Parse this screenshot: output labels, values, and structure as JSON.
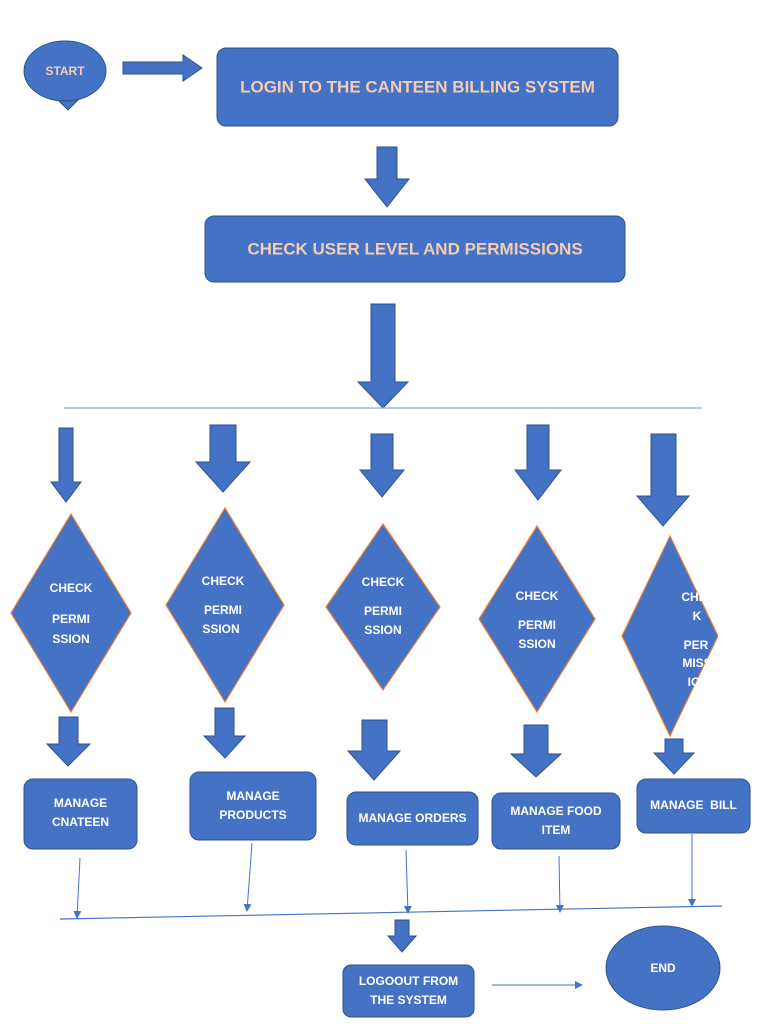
{
  "colors": {
    "shape_fill": "#4472c4",
    "shape_edge": "#2f528f",
    "diamond_edge": "#ed7d31",
    "title_text": "#f6cdb4",
    "node_text": "#ffffff"
  },
  "nodes": {
    "start": "START",
    "login": "LOGIN TO THE CANTEEN BILLING SYSTEM",
    "check_level": "CHECK USER LEVEL AND PERMISSIONS",
    "logout_line1": "LOGOOUT FROM",
    "logout_line2": "THE SYSTEM",
    "end": "END"
  },
  "branches": [
    {
      "check_lines": [
        "CHECK",
        "PERMI",
        "SSION"
      ],
      "manage_lines": [
        "MANAGE",
        "CNATEEN"
      ]
    },
    {
      "check_lines": [
        "CHECK",
        "PERMI",
        "SSION"
      ],
      "manage_lines": [
        "MANAGE",
        "PRODUCTS"
      ]
    },
    {
      "check_lines": [
        "CHECK",
        "PERMI",
        "SSION"
      ],
      "manage_lines": [
        "MANAGE ORDERS"
      ]
    },
    {
      "check_lines": [
        "CHECK",
        "PERMI",
        "SSION"
      ],
      "manage_lines": [
        "MANAGE FOOD",
        "ITEM"
      ]
    },
    {
      "check_lines": [
        "CHE",
        "K",
        "PER",
        "MISS",
        "IO"
      ],
      "manage_lines": [
        "MANAGE  BILL"
      ]
    }
  ]
}
